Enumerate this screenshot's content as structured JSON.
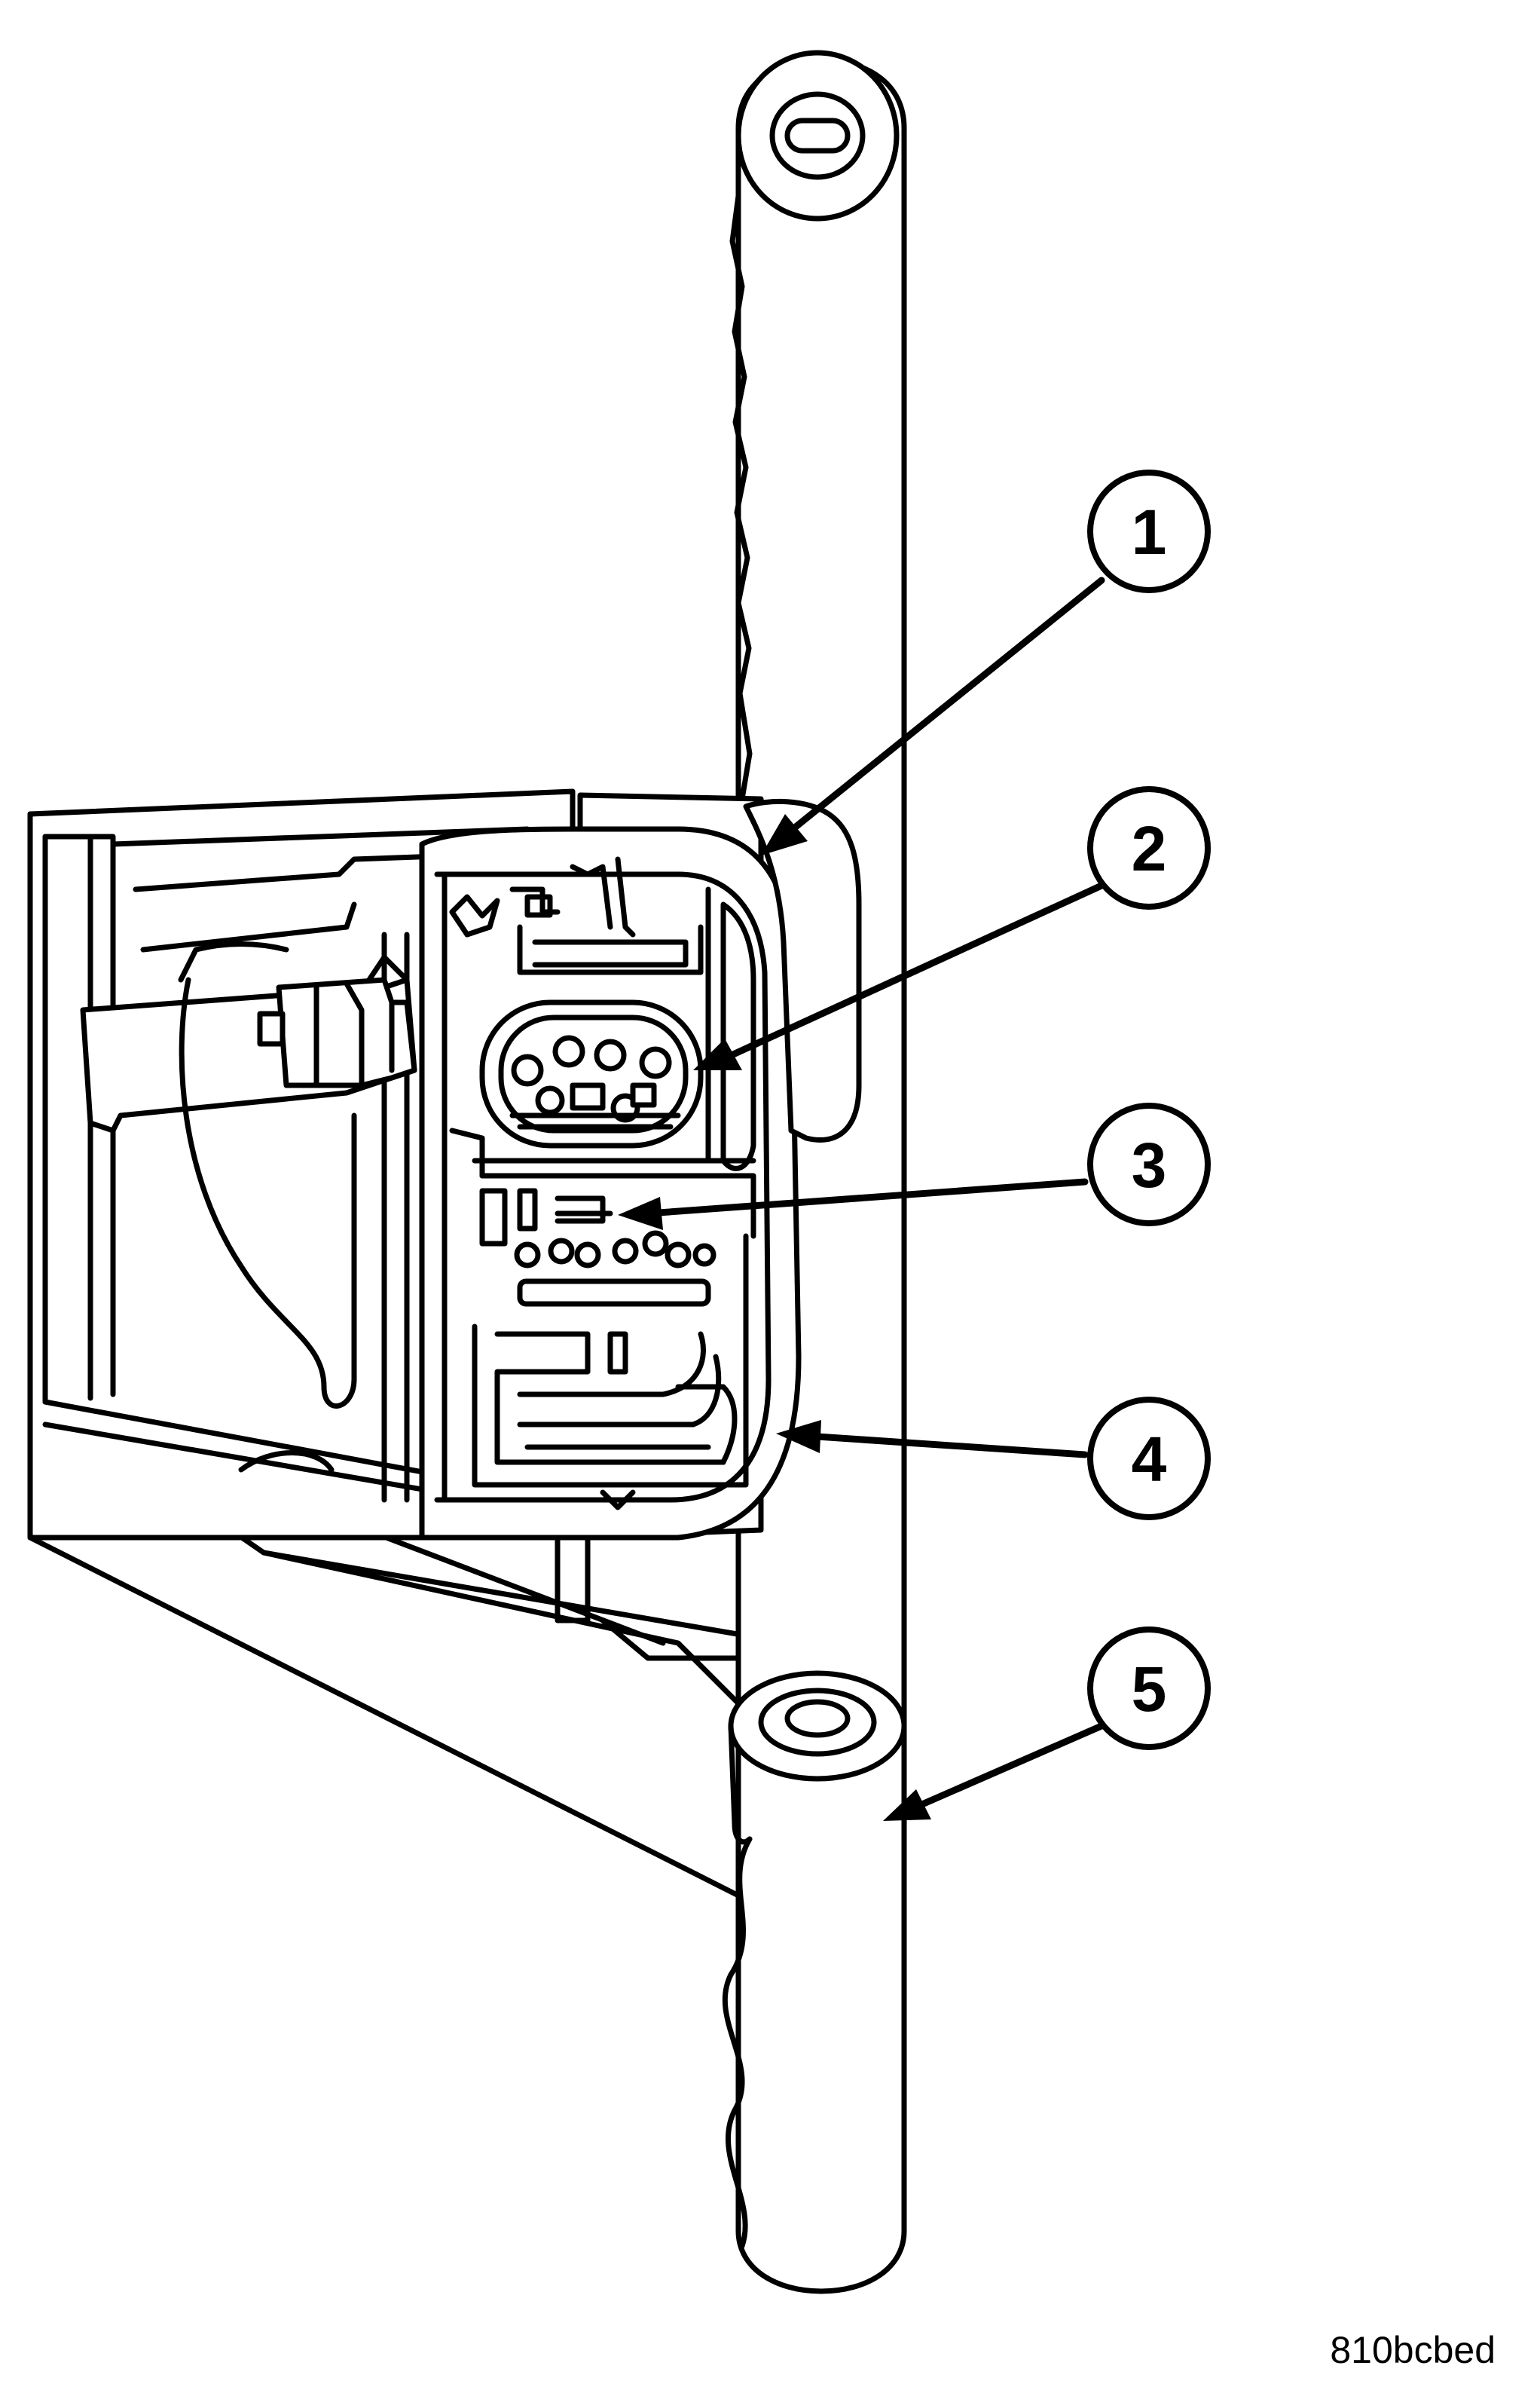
{
  "callouts": [
    {
      "number": "1"
    },
    {
      "number": "2"
    },
    {
      "number": "3"
    },
    {
      "number": "4"
    },
    {
      "number": "5"
    }
  ],
  "figure_id": "810bcbed"
}
